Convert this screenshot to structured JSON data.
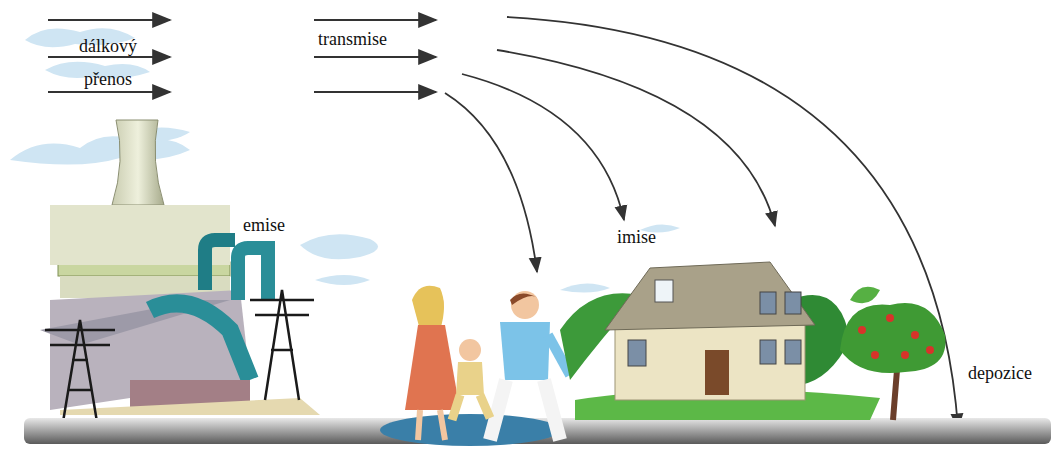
{
  "diagram": {
    "labels": [
      "dálkový přenos",
      "transmise",
      "emise",
      "imise",
      "depozice"
    ]
  }
}
